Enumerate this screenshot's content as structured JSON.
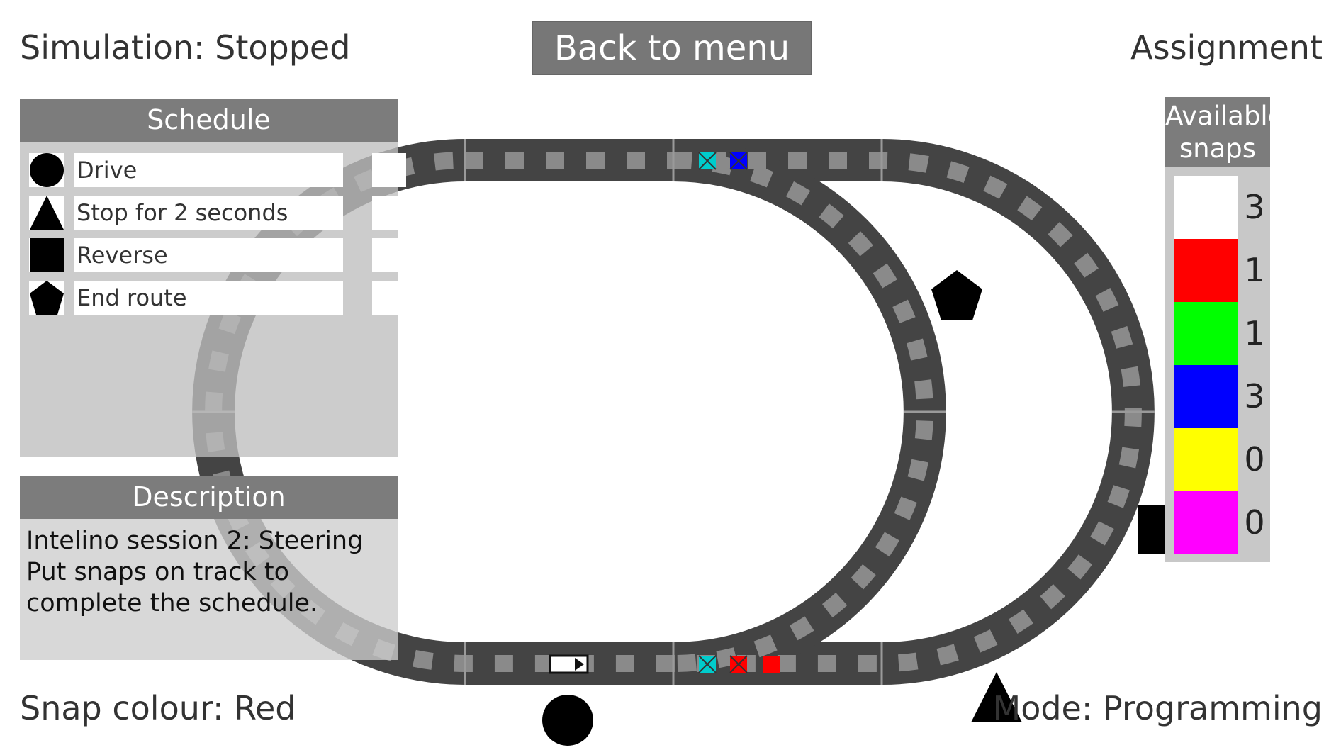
{
  "status": {
    "simulation": "Simulation: Stopped",
    "level": "Assignment",
    "snap_colour": "Snap colour: Red",
    "mode": "Mode: Programming"
  },
  "back_button": {
    "label": "Back to menu"
  },
  "schedule": {
    "title": "Schedule",
    "steps": [
      {
        "icon": "circle-icon",
        "label": "Drive"
      },
      {
        "icon": "triangle-icon",
        "label": "Stop for 2 seconds"
      },
      {
        "icon": "square-icon",
        "label": "Reverse"
      },
      {
        "icon": "pentagon-icon",
        "label": "End route"
      }
    ]
  },
  "description": {
    "title": "Description",
    "lines": [
      "Intelino session 2: Steering",
      "Put snaps on track to",
      "complete the schedule."
    ]
  },
  "available_snaps": {
    "title_line1": "Available",
    "title_line2": "snaps",
    "items": [
      {
        "color": "#ffffff",
        "count": "3"
      },
      {
        "color": "#ff0000",
        "count": "1"
      },
      {
        "color": "#00ff00",
        "count": "1"
      },
      {
        "color": "#0000ff",
        "count": "3"
      },
      {
        "color": "#ffff00",
        "count": "0"
      },
      {
        "color": "#ff00ff",
        "count": "0"
      }
    ]
  },
  "track_snaps": [
    {
      "color": "#00cccc",
      "marked": true
    },
    {
      "color": "#0000ff",
      "marked": true
    },
    {
      "color": "#00cccc",
      "marked": true
    },
    {
      "color": "#ff0000",
      "marked": true
    },
    {
      "color": "#ff0000",
      "marked": false
    }
  ],
  "track_markers": [
    "pentagon-icon",
    "square-icon",
    "triangle-icon",
    "circle-icon"
  ],
  "colors": {
    "track": "#444444",
    "panel_header": "#7c7c7c",
    "button": "#777777"
  }
}
